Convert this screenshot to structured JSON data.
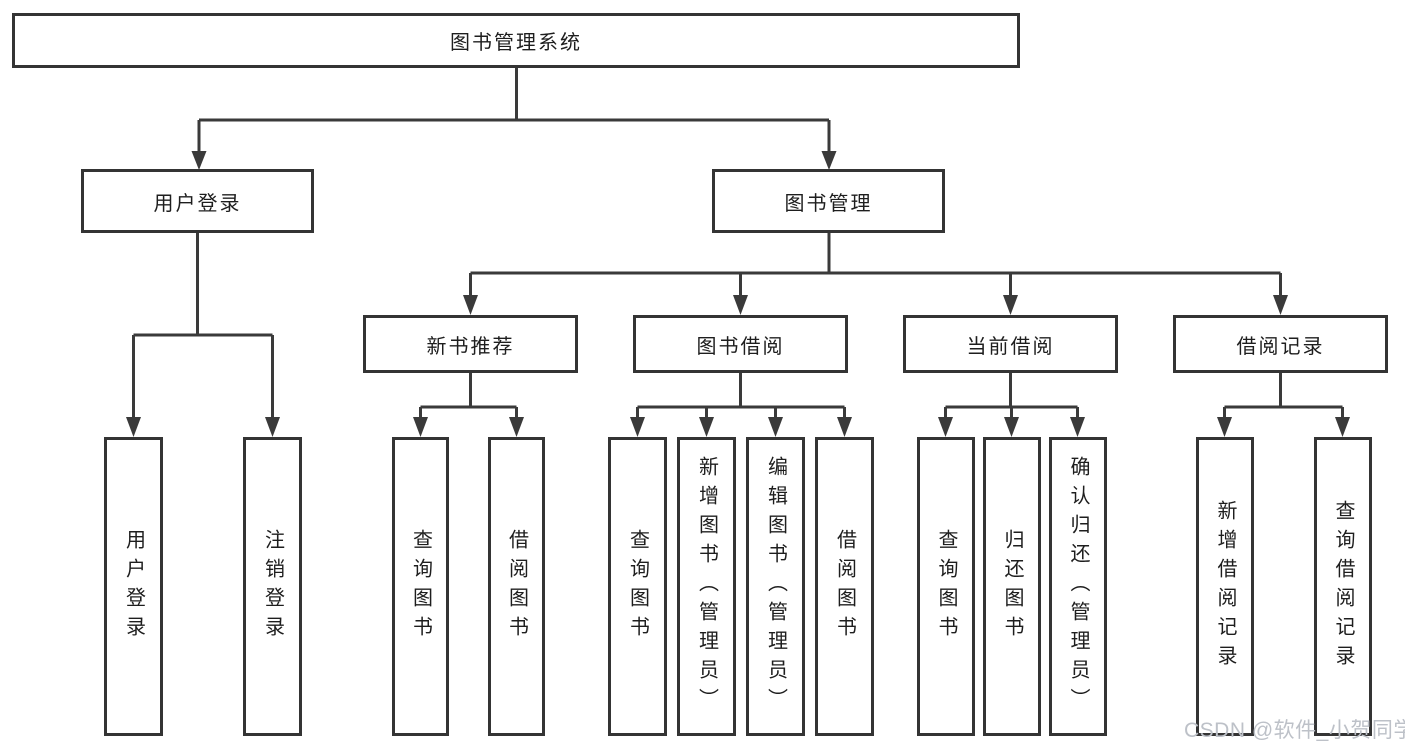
{
  "diagram": {
    "title": "图书管理系统",
    "root": {
      "label": "图书管理系统"
    },
    "level2": [
      {
        "id": "user-login",
        "label": "用户登录",
        "parent": "图书管理系统"
      },
      {
        "id": "book-management",
        "label": "图书管理",
        "parent": "图书管理系统"
      }
    ],
    "level3": [
      {
        "id": "new-book-recommend",
        "label": "新书推荐",
        "parent": "图书管理"
      },
      {
        "id": "book-borrowing",
        "label": "图书借阅",
        "parent": "图书管理"
      },
      {
        "id": "current-borrowing",
        "label": "当前借阅",
        "parent": "图书管理"
      },
      {
        "id": "borrow-records",
        "label": "借阅记录",
        "parent": "图书管理"
      }
    ],
    "leaves": [
      {
        "id": "user-login-leaf",
        "label": "用户登录",
        "parent": "用户登录"
      },
      {
        "id": "logout",
        "label": "注销登录",
        "parent": "用户登录"
      },
      {
        "id": "query-books-recommend",
        "label": "查询图书",
        "parent": "新书推荐"
      },
      {
        "id": "borrow-books-recommend",
        "label": "借阅图书",
        "parent": "新书推荐"
      },
      {
        "id": "query-books-borrowing",
        "label": "查询图书",
        "parent": "图书借阅"
      },
      {
        "id": "add-book-admin",
        "label": "新增图书（管理员）",
        "parent": "图书借阅"
      },
      {
        "id": "edit-book-admin",
        "label": "编辑图书（管理员）",
        "parent": "图书借阅"
      },
      {
        "id": "borrow-books-borrowing",
        "label": "借阅图书",
        "parent": "图书借阅"
      },
      {
        "id": "query-books-current",
        "label": "查询图书",
        "parent": "当前借阅"
      },
      {
        "id": "return-book",
        "label": "归还图书",
        "parent": "当前借阅"
      },
      {
        "id": "confirm-return-admin",
        "label": "确认归还（管理员）",
        "parent": "当前借阅"
      },
      {
        "id": "add-borrow-record",
        "label": "新增借阅记录",
        "parent": "借阅记录"
      },
      {
        "id": "query-borrow-record",
        "label": "查询借阅记录",
        "parent": "借阅记录"
      }
    ]
  },
  "colors": {
    "line": "#3a3a3a",
    "box_border": "#343434",
    "text": "#1e1e1e",
    "background": "#ffffff",
    "watermark": "#bdc1c8"
  },
  "watermark": {
    "text": "CSDN @软件_小贺同学"
  }
}
